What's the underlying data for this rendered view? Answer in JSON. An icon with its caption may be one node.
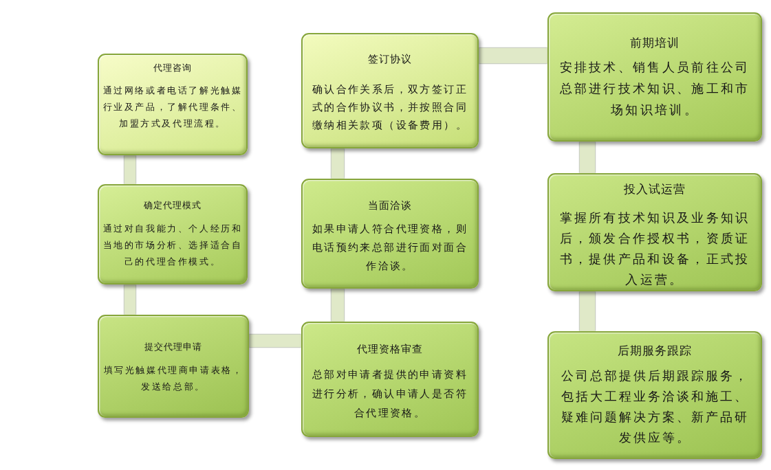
{
  "diagram": {
    "nodes": [
      {
        "text": [
          "代理咨询",
          "通过网络或者电话了解光触媒行业及产品，了解代理条件、加盟方式及代理流程。"
        ]
      },
      {
        "text": [
          "确定代理模式",
          "通过对自我能力、个人经历和当地的市场分析、选择适合自己的代理合作模式。"
        ]
      },
      {
        "text": [
          "提交代理申请",
          "填写光触媒代理商申请表格，发送给总部。"
        ]
      },
      {
        "text": [
          "代理资格审查",
          "总部对申请者提供的申请资料进行分析，确认申请人是否符合代理资格。"
        ]
      },
      {
        "text": [
          "当面洽谈",
          "如果申请人符合代理资格，则电话预约来总部进行面对面合作洽谈。"
        ]
      },
      {
        "text": [
          "签订协议",
          "确认合作关系后，双方签订正式的合作协议书，并按照合同缴纳相关款项（设备费用）。"
        ]
      },
      {
        "text": [
          "前期培训",
          "安排技术、销售人员前往公司总部进行技术知识、施工和市场知识培训。"
        ]
      },
      {
        "text": [
          "投入试运营",
          "掌握所有技术知识及业务知识后，颁发合作授权书，资质证书，提供产品和设备，正式投入运营。"
        ]
      },
      {
        "text": [
          "后期服务跟踪",
          "公司总部提供后期跟踪服务，包括大工程业务洽谈和施工、疑难问题解决方案、新产品研发供应等。"
        ]
      }
    ],
    "edges": [
      {
        "from": 0,
        "to": 1,
        "arrow": "none"
      },
      {
        "from": 1,
        "to": 2,
        "arrow": "none"
      },
      {
        "from": 2,
        "to": 3,
        "arrow": "none"
      },
      {
        "from": 3,
        "to": 4,
        "arrow": "none"
      },
      {
        "from": 4,
        "to": 5,
        "arrow": "none"
      },
      {
        "from": 5,
        "to": 6,
        "arrow": "none"
      },
      {
        "from": 6,
        "to": 7,
        "arrow": "none"
      },
      {
        "from": 7,
        "to": 8,
        "arrow": "none"
      }
    ]
  }
}
